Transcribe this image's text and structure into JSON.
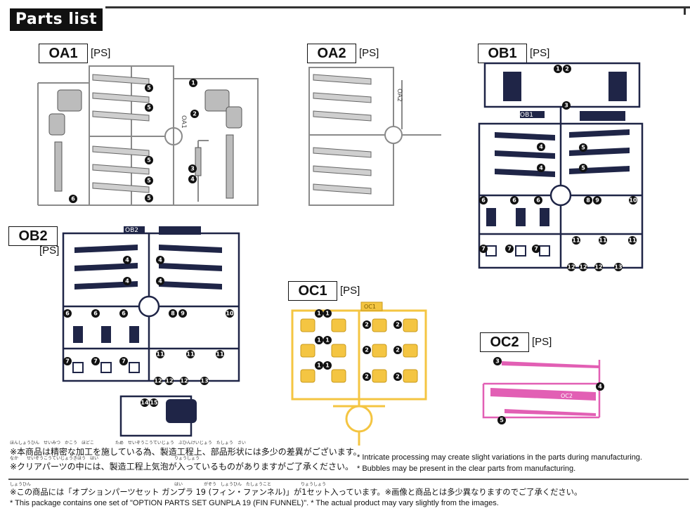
{
  "header": {
    "title": "Parts list"
  },
  "colors": {
    "grey": "#8a8a8a",
    "navy": "#1f2547",
    "yellow": "#f4c542",
    "pink": "#e25fb4",
    "black": "#111111"
  },
  "runners": [
    {
      "code": "OA1",
      "material": "[PS]",
      "color": "grey",
      "parts": [
        "1",
        "2",
        "3",
        "4",
        "5",
        "6"
      ],
      "tag": "OA1"
    },
    {
      "code": "OA2",
      "material": "[PS]",
      "color": "grey",
      "parts": [],
      "tag": "OA2"
    },
    {
      "code": "OB1",
      "material": "[PS]",
      "color": "navy",
      "parts": [
        "1",
        "2",
        "3",
        "4",
        "5",
        "6",
        "7",
        "8",
        "9",
        "10",
        "11",
        "12",
        "13"
      ],
      "tag": "OB1"
    },
    {
      "code": "OB2",
      "material": "[PS]",
      "color": "navy",
      "parts": [
        "4",
        "6",
        "7",
        "8",
        "9",
        "10",
        "11",
        "12",
        "13",
        "14",
        "15"
      ],
      "tag": "OB2"
    },
    {
      "code": "OC1",
      "material": "[PS]",
      "color": "yellow",
      "parts": [
        "1",
        "2"
      ],
      "tag": "OC1"
    },
    {
      "code": "OC2",
      "material": "[PS]",
      "color": "pink",
      "parts": [
        "3",
        "4",
        "5"
      ],
      "tag": "OC2"
    }
  ],
  "notes": {
    "jp1": "※本商品は精密な加工を施している為、製造工程上、部品形状には多少の差異がございます。",
    "jp1_ruby": "ほんしょうひん　せいみつ　かこう　ほどこ　　　　　ため　せいぞうこうていじょう　ぶひんけいじょう　たしょう　さい",
    "jp2": "※クリアパーツの中には、製造工程上気泡が入っているものがありますがご了承ください。",
    "jp2_ruby": "なか　　せいぞうこうていじょうきほう　はい　　　　　　　　　　　　　　　　　　りょうしょう",
    "en1": "* Intricate processing may create slight variations in the parts during manufacturing.",
    "en2": "* Bubbles may be present in the clear parts from manufacturing.",
    "jp3": "※この商品には「オプションパーツセット ガンプラ 19 (フィン・ファンネル)」が1セット入っています。※画像と商品とは多少異なりますのでご了承ください。",
    "jp3_ruby": "しょうひん　　　　　　　　　　　　　　　　　　　　　　　　　　　　　　　　　　はい　　　　　がぞう　しょうひん　たしょうこと　　　　　　　りょうしょう",
    "en3": "* This package contains one set of \"OPTION PARTS SET GUNPLA 19 (FIN FUNNEL)\". * The actual product may vary slightly from the images."
  }
}
